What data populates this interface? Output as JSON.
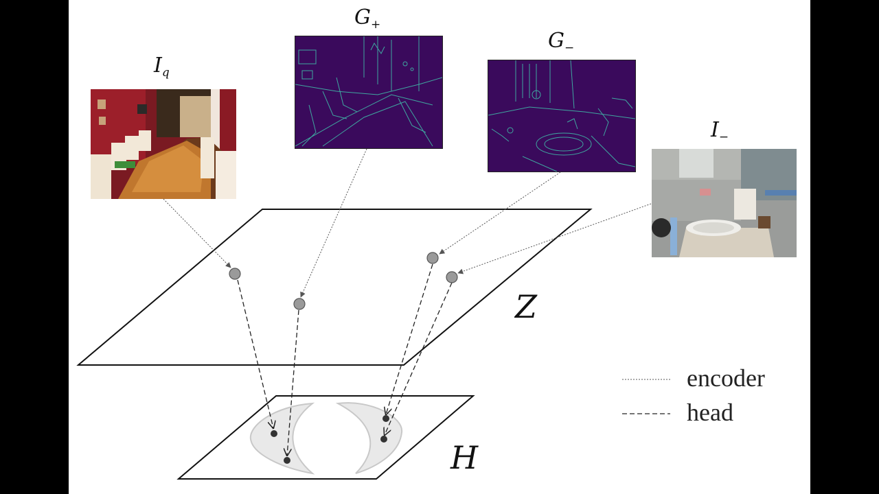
{
  "labels": {
    "iq_main": "I",
    "iq_sub": "q",
    "gplus_main": "G",
    "gplus_sub": "+",
    "gminus_main": "G",
    "gminus_sub": "−",
    "iminus_main": "I",
    "iminus_sub": "−"
  },
  "spaces": {
    "z_label": "Z",
    "h_label": "H"
  },
  "legend": {
    "encoder": "encoder",
    "head": "head"
  },
  "images": {
    "iq": "dining room photo",
    "gplus": "edge map of dining room",
    "gminus": "edge map of bathroom",
    "iminus": "bathroom photo"
  },
  "colors": {
    "edge_bg": "#3a0a5c",
    "edge_line": "#3fa8a0",
    "embed_point": "#9a9a9a",
    "head_point": "#333333",
    "cluster_fill": "#e9e9e9"
  }
}
